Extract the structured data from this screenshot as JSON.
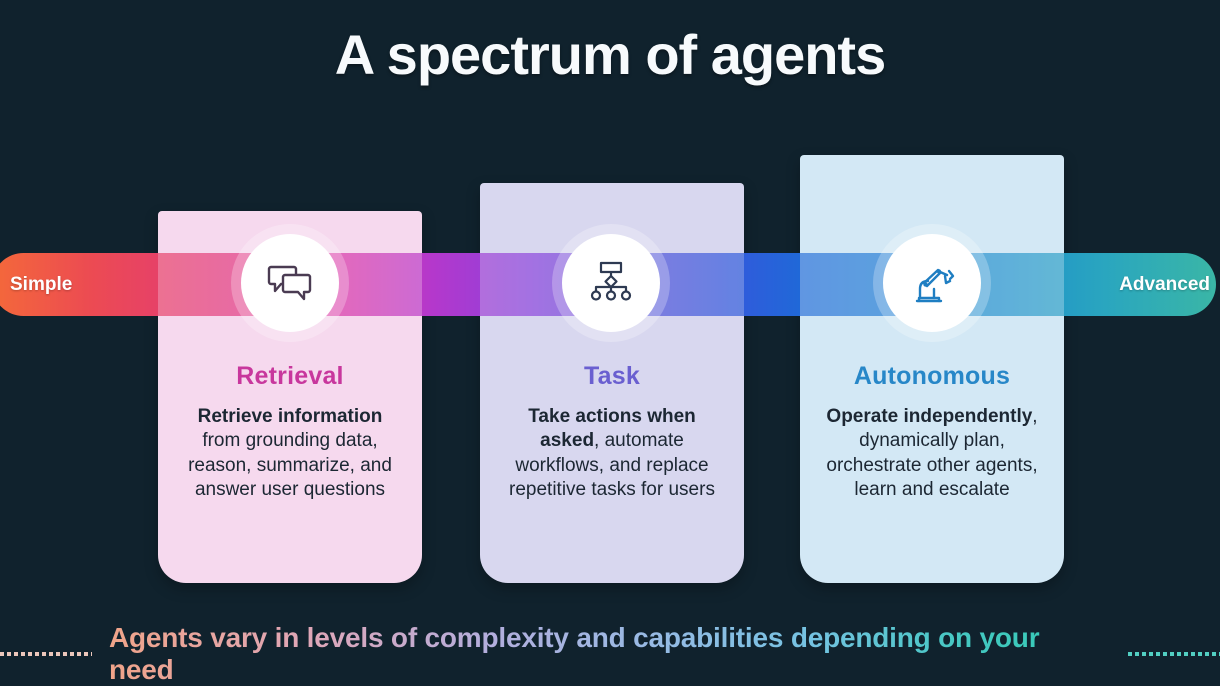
{
  "title": "A spectrum of agents",
  "spectrum_bar": {
    "left_label": "Simple",
    "right_label": "Advanced",
    "gradient_colors": [
      "#f4693a",
      "#e23a78",
      "#b438cc",
      "#5a4fd8",
      "#177bd2",
      "#2aa6bf",
      "#3ab6a6"
    ]
  },
  "cards": [
    {
      "title": "Retrieval",
      "title_color": "#c8379d",
      "bg_color": "#f6d9ee",
      "icon": "chat-bubbles-icon",
      "body_bold": "Retrieve information",
      "body_rest": " from grounding data, reason, summarize, and answer user questions"
    },
    {
      "title": "Task",
      "title_color": "#6a5fd0",
      "bg_color": "#d8d7ef",
      "icon": "flowchart-icon",
      "body_bold": "Take actions when asked",
      "body_rest": ", automate workflows, and replace repetitive tasks for users"
    },
    {
      "title": "Autonomous",
      "title_color": "#2787c8",
      "bg_color": "#d3e8f5",
      "icon": "robot-arm-icon",
      "body_bold": "Operate independently",
      "body_rest": ", dynamically plan, orchestrate other agents, learn and escalate"
    }
  ],
  "footer": {
    "caption": "Agents vary in levels of complexity and capabilities depending on your need"
  }
}
